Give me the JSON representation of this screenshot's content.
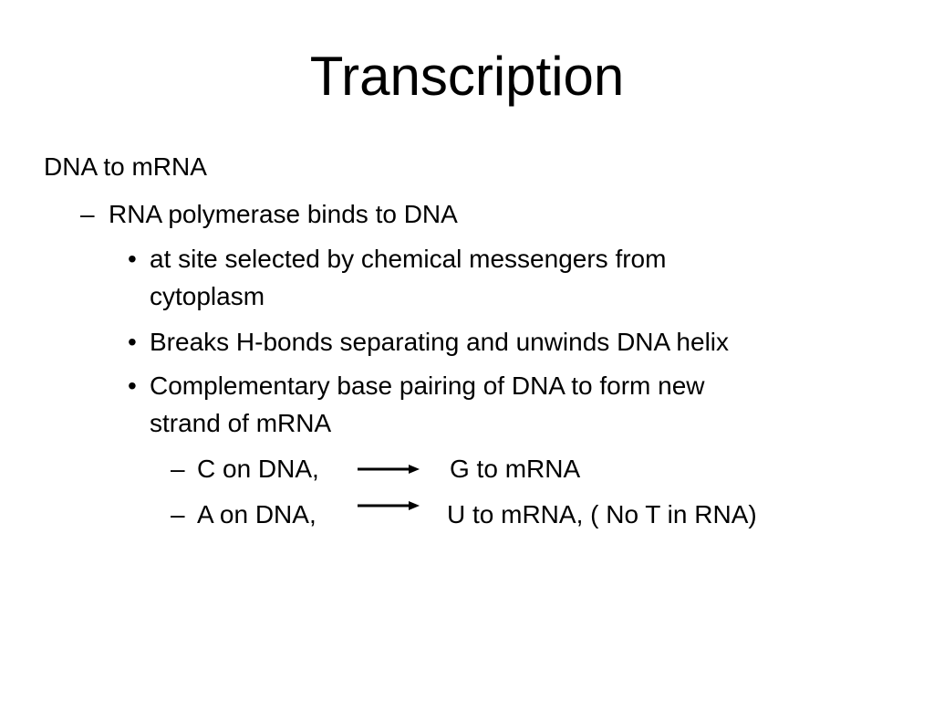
{
  "slide": {
    "title": "Transcription",
    "heading": "DNA to mRNA",
    "level2": {
      "dash": "–",
      "text": "RNA polymerase binds to DNA"
    },
    "bullets": [
      {
        "marker": "•",
        "line1": "at site selected by chemical messengers from",
        "line2": "cytoplasm"
      },
      {
        "marker": "•",
        "line1": "Breaks H-bonds separating and unwinds DNA helix"
      },
      {
        "marker": "•",
        "line1": "Complementary base pairing of DNA to form new",
        "line2": "strand of mRNA"
      }
    ],
    "pairs": [
      {
        "dash": "–",
        "source": "C on DNA,",
        "arrow_icon": "right-arrow",
        "target": "G to mRNA"
      },
      {
        "dash": "–",
        "source": "A on DNA,",
        "arrow_icon": "right-arrow",
        "target": "U to mRNA,  ( No T in RNA)"
      }
    ]
  }
}
